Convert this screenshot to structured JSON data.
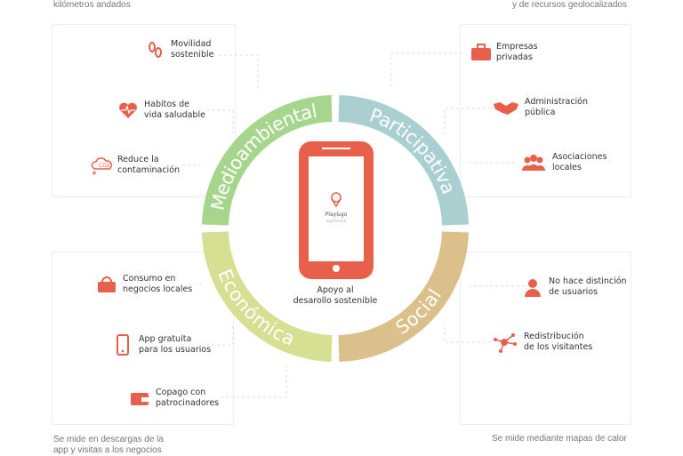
{
  "notes": {
    "top_left": "kilómetros andados",
    "top_right": "y de recursos geolocalizados",
    "bottom_left_1": "Se mide en descargas de la",
    "bottom_left_2": "app y visitas a los negocios",
    "bottom_right": "Se mide mediante mapas de calor"
  },
  "ring": {
    "medioambiental": "Medioambiental",
    "participativa": "Participativa",
    "economica": "Económica",
    "social": "Social"
  },
  "colors": {
    "medioambiental": "#a6d68e",
    "participativa": "#a9cfd0",
    "economica": "#d6df92",
    "social": "#dcc08c",
    "accent": "#e8604c"
  },
  "center": {
    "logo": "Play&go",
    "logo_sub": "experience",
    "label_1": "Apoyo al",
    "label_2": "desarollo sostenible"
  },
  "left_items": [
    {
      "l1": "Movilidad",
      "l2": "sostenible",
      "icon": "footprints-icon"
    },
    {
      "l1": "Habitos de",
      "l2": "vida saludable",
      "icon": "heartbeat-icon"
    },
    {
      "l1": "Reduce la",
      "l2": "contaminación",
      "icon": "co2-cloud-icon"
    },
    {
      "l1": "Consumo en",
      "l2": "negocios locales",
      "icon": "shopping-bag-icon"
    },
    {
      "l1": "App gratuita",
      "l2": "para los usuarios",
      "icon": "smartphone-icon"
    },
    {
      "l1": "Copago con",
      "l2": "patrocinadores",
      "icon": "wallet-icon"
    }
  ],
  "right_items": [
    {
      "l1": "Empresas",
      "l2": "privadas",
      "icon": "briefcase-icon"
    },
    {
      "l1": "Administración",
      "l2": "pública",
      "icon": "handshake-icon"
    },
    {
      "l1": "Asociaciones",
      "l2": "locales",
      "icon": "group-icon"
    },
    {
      "l1": "No hace distinción",
      "l2": "de usuarios",
      "icon": "user-icon"
    },
    {
      "l1": "Redistribución",
      "l2": "de los visitantes",
      "icon": "network-icon"
    }
  ]
}
